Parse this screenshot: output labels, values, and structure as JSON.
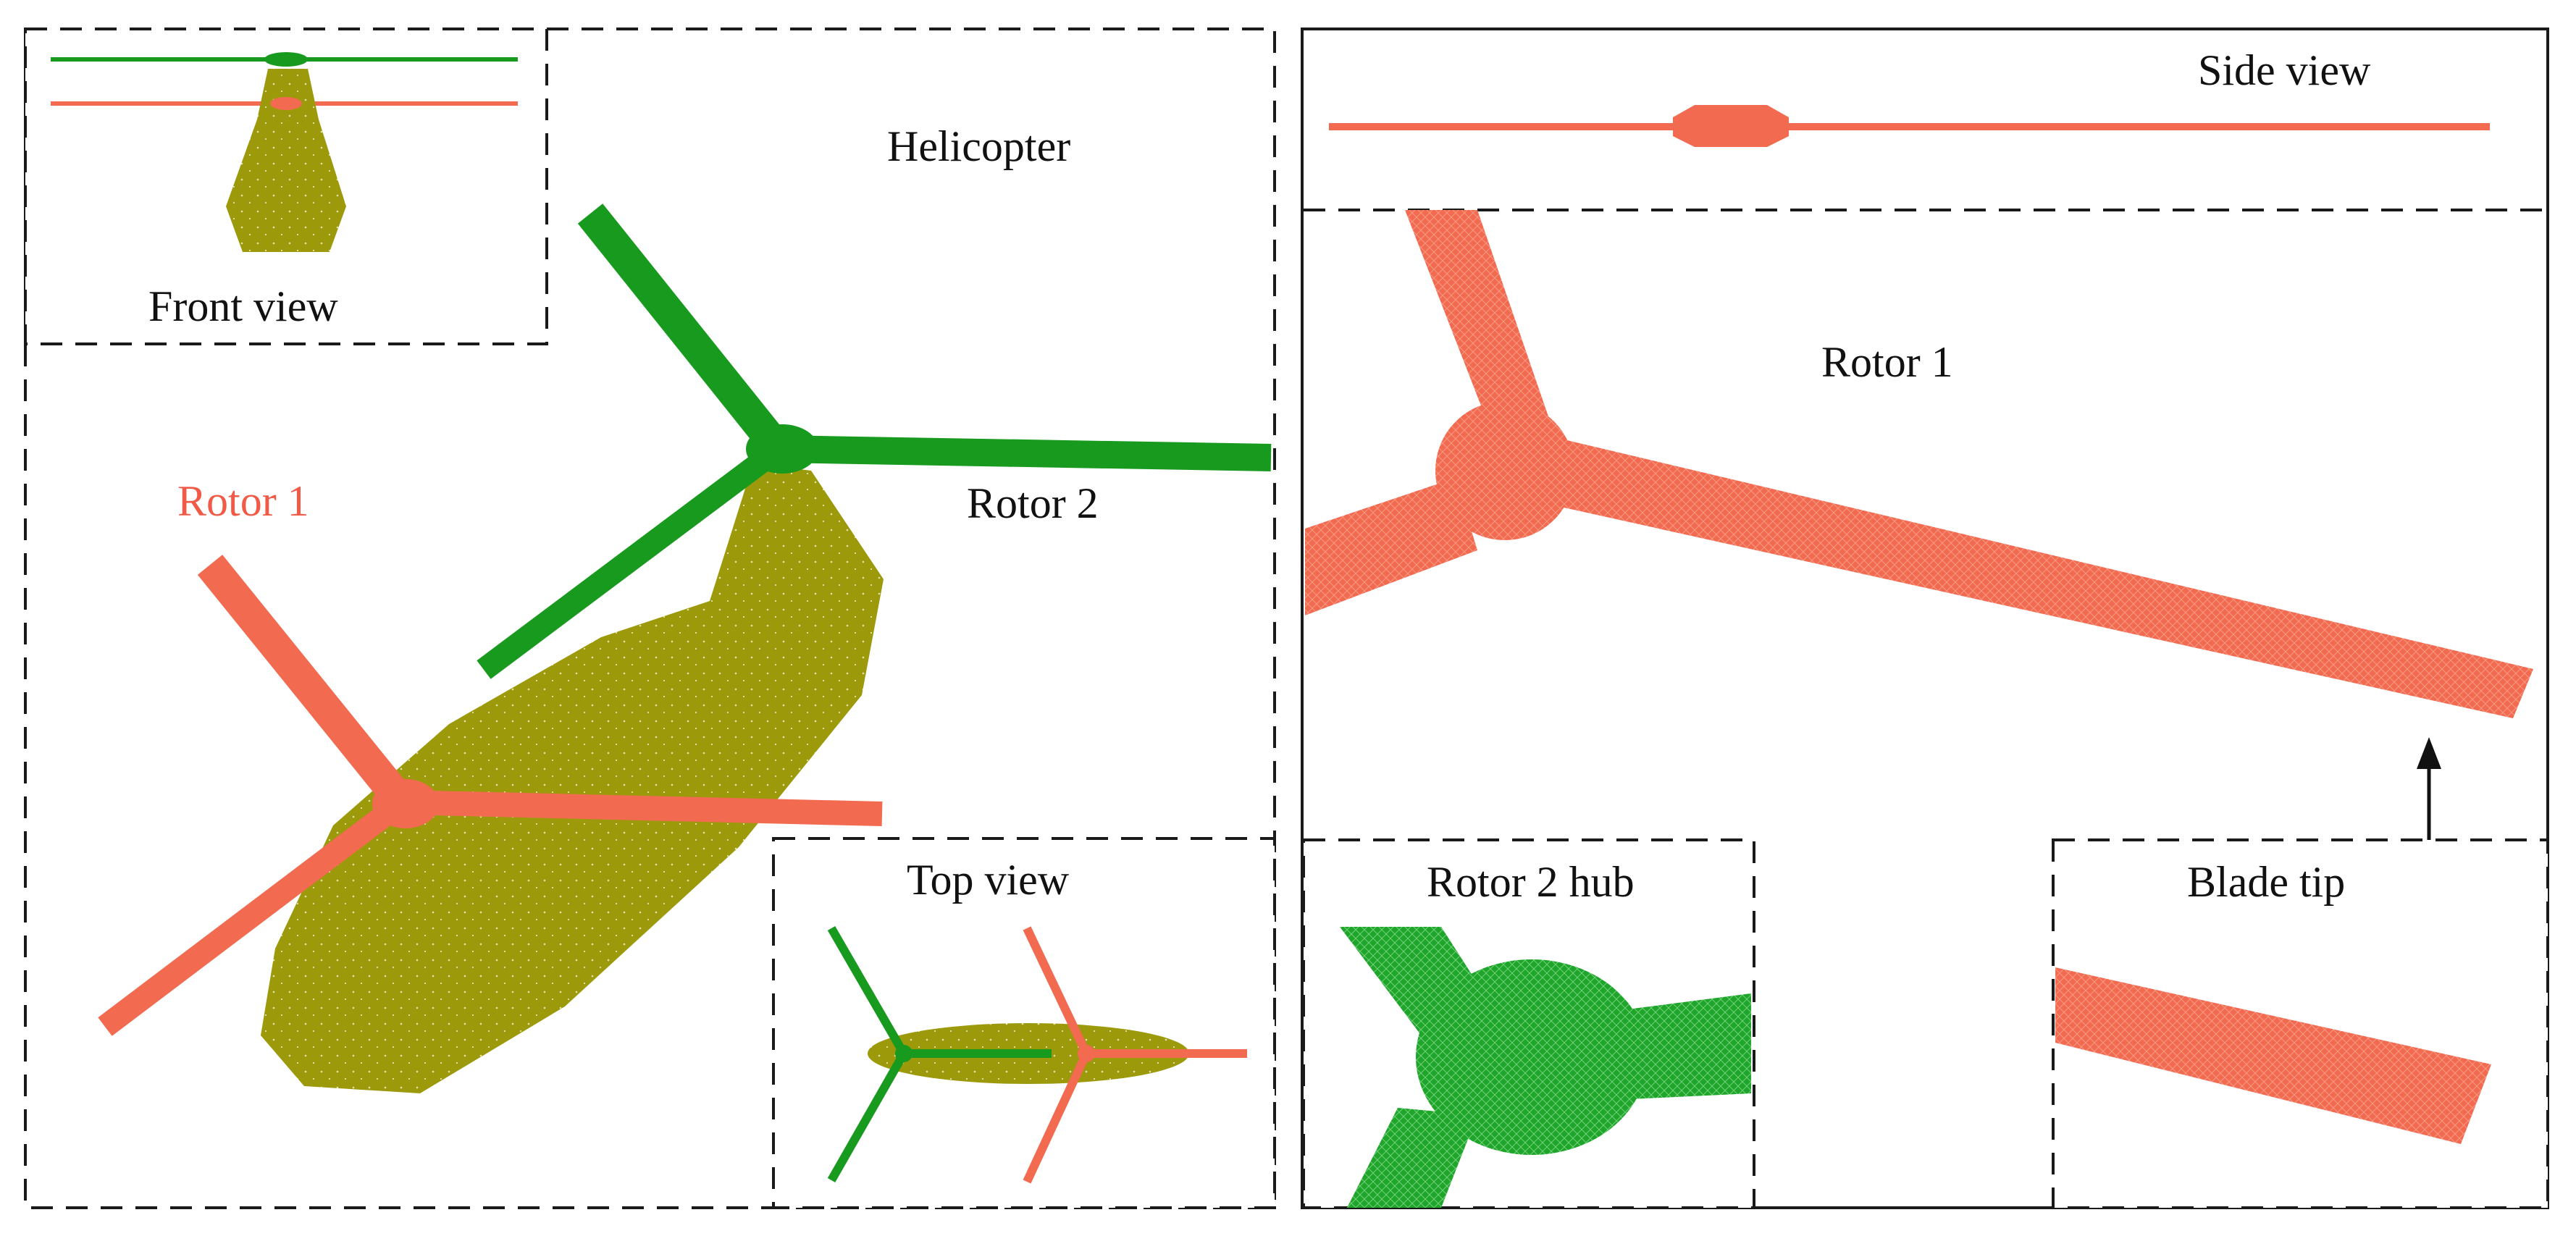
{
  "labels": {
    "front_view": "Front view",
    "helicopter": "Helicopter",
    "rotor1_left": "Rotor 1",
    "rotor2_left": "Rotor 2",
    "top_view": "Top view",
    "side_view": "Side view",
    "rotor1_right": "Rotor 1",
    "rotor2_hub": "Rotor 2 hub",
    "blade_tip": "Blade tip"
  },
  "colors": {
    "rotor1": "#f26a4f",
    "rotor2": "#189a1f",
    "fuselage": "#9c9a0a",
    "text_highlight": "#f05a47",
    "frame": "#1a1a1a"
  }
}
